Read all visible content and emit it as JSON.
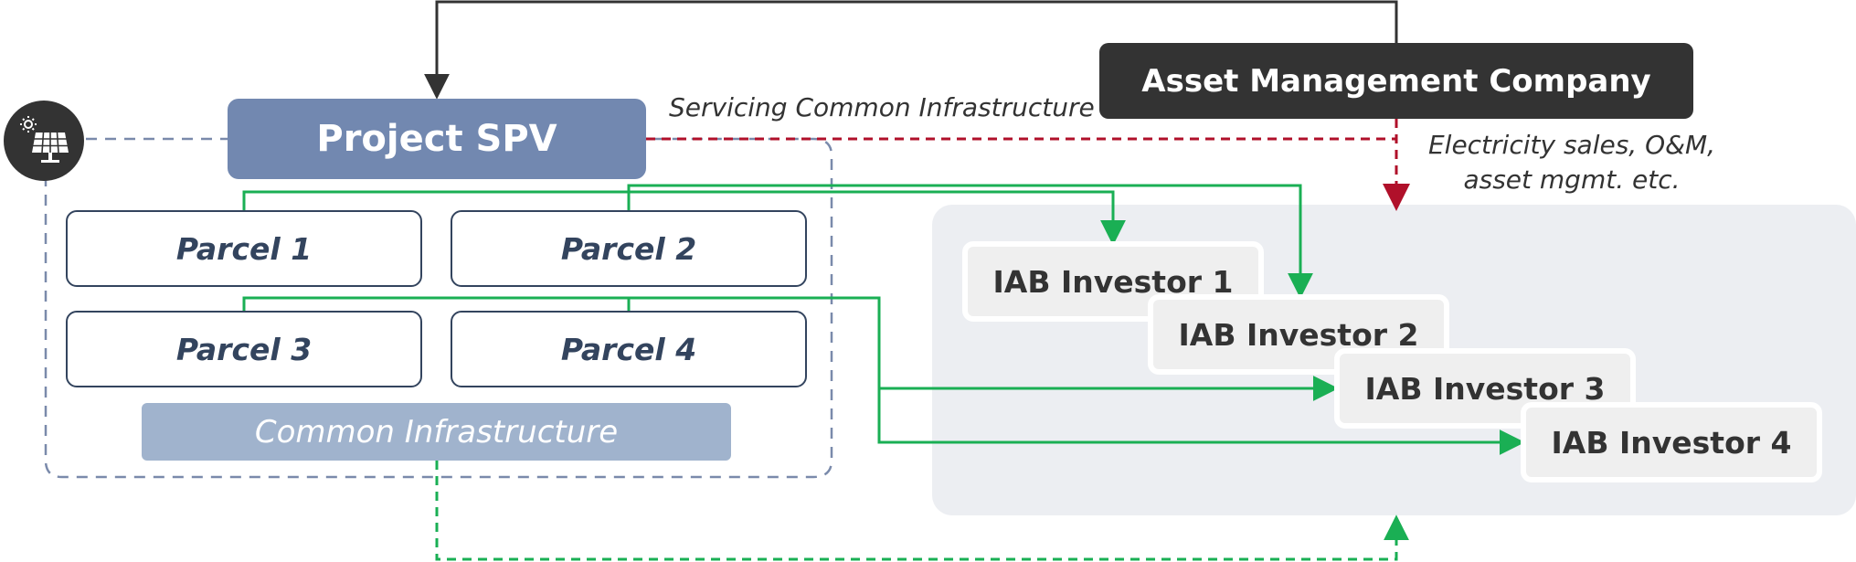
{
  "nodes": {
    "project_spv": "Project SPV",
    "asset_mgmt": "Asset Management Company",
    "parcels": [
      "Parcel 1",
      "Parcel 2",
      "Parcel 3",
      "Parcel 4"
    ],
    "common_infra": "Common Infrastructure",
    "investors": [
      "IAB Investor 1",
      "IAB Investor 2",
      "IAB Investor 3",
      "IAB Investor 4"
    ]
  },
  "edge_labels": {
    "servicing": "Servicing Common Infrastructure",
    "services_line1": "Electricity sales, O&M,",
    "services_line2": "asset mgmt. etc."
  },
  "icons": {
    "solar": "solar-panel-icon"
  },
  "colors": {
    "spv": "#7288b0",
    "amc": "#333333",
    "parcel_border": "#33445e",
    "common_infra": "#a0b3cd",
    "investor_area": "#eceef2",
    "investor_box": "#efefef",
    "green_flow": "#1aaf54",
    "red_flow": "#b0102a",
    "dashed_boundary": "#7a8aab"
  }
}
